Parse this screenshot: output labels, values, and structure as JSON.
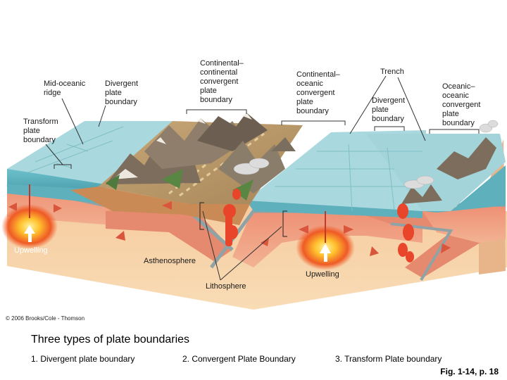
{
  "diagram": {
    "labels": {
      "mid_oceanic_ridge": "Mid-oceanic\nridge",
      "divergent_left": "Divergent\nplate\nboundary",
      "transform": "Transform\nplate\nboundary",
      "cont_cont": "Continental–\ncontinental\nconvergent\nplate\nboundary",
      "cont_oceanic": "Continental–\noceanic\nconvergent\nplate\nboundary",
      "trench": "Trench",
      "divergent_right": "Divergent\nplate\nboundary",
      "oceanic_oceanic": "Oceanic–\noceanic\nconvergent\nplate\nboundary",
      "upwelling_left": "Upwelling",
      "asthenosphere": "Asthenosphere",
      "upwelling_center": "Upwelling",
      "lithosphere": "Lithosphere"
    },
    "copyright": "© 2006 Brooks/Cole - Thomson"
  },
  "caption": {
    "title": "Three types of plate boundaries",
    "items": [
      "1.    Divergent plate boundary",
      "2.  Convergent Plate Boundary",
      "3.  Transform Plate boundary"
    ],
    "fig_ref": "Fig. 1-14, p. 18"
  },
  "colors": {
    "ocean_top": "#a9d9de",
    "ocean_side": "#5fb5c2",
    "lithosphere": "#e89a7e",
    "asthenosphere": "#f5cfa3",
    "crust_gray": "#8fa3a6",
    "continent": "#b9996c",
    "mountain": "#7a6c5a",
    "magma": "#e8452a",
    "magma_core": "#ffd23c"
  }
}
